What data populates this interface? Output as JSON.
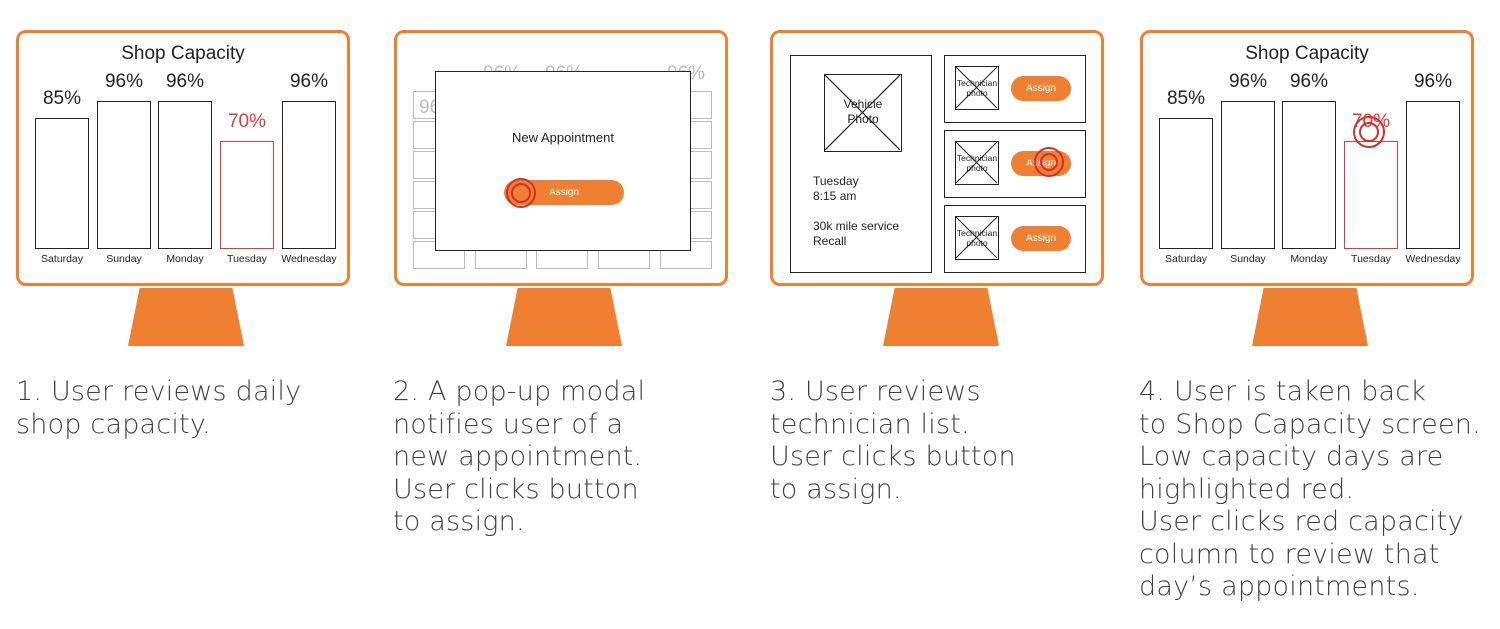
{
  "panel1": {
    "title": "Shop Capacity",
    "bars": [
      {
        "day": "Saturday",
        "pct": "85%",
        "value": 85
      },
      {
        "day": "Sunday",
        "pct": "96%",
        "value": 96
      },
      {
        "day": "Monday",
        "pct": "96%",
        "value": 96
      },
      {
        "day": "Tuesday",
        "pct": "70%",
        "value": 70,
        "highlight": true
      },
      {
        "day": "Wednesday",
        "pct": "96%",
        "value": 96
      }
    ],
    "caption": [
      "1. User reviews daily",
      "shop capacity."
    ]
  },
  "panel2": {
    "bg_pcts": [
      "96%",
      "96%",
      "96%",
      "96"
    ],
    "modal_title": "New Appointment",
    "assign_label": "Assign",
    "caption": [
      "2. A pop-up modal",
      "notifies user of a",
      "new appointment.",
      "User clicks button",
      "to assign."
    ]
  },
  "panel3": {
    "vehicle_photo": [
      "Vehicle",
      "Photo"
    ],
    "appointment_day": "Tuesday",
    "appointment_time": "8:15 am",
    "service_lines": [
      "30k mile service",
      "Recall"
    ],
    "technicians": [
      {
        "photo_label": [
          "Technician",
          "photo"
        ],
        "assign_label": "Assign"
      },
      {
        "photo_label": [
          "Technician",
          "photo"
        ],
        "assign_label": "Assign"
      },
      {
        "photo_label": [
          "Technician",
          "photo"
        ],
        "assign_label": "Assign"
      }
    ],
    "caption": [
      "3. User reviews",
      "technician list.",
      "User clicks button",
      "to assign."
    ]
  },
  "panel4": {
    "title": "Shop Capacity",
    "bars": [
      {
        "day": "Saturday",
        "pct": "85%",
        "value": 85
      },
      {
        "day": "Sunday",
        "pct": "96%",
        "value": 96
      },
      {
        "day": "Monday",
        "pct": "96%",
        "value": 96
      },
      {
        "day": "Tuesday",
        "pct": "70%",
        "value": 70,
        "highlight": true
      },
      {
        "day": "Wednesday",
        "pct": "96%",
        "value": 96
      }
    ],
    "caption": [
      "4. User is taken back",
      "to Shop Capacity screen.",
      "Low capacity days are",
      "highlighted red.",
      "User clicks red capacity",
      "column to review that",
      "day’s appointments."
    ]
  },
  "colors": {
    "accent": "#ef7f31",
    "highlight": "#e53935",
    "ring": "#d32f2f"
  }
}
